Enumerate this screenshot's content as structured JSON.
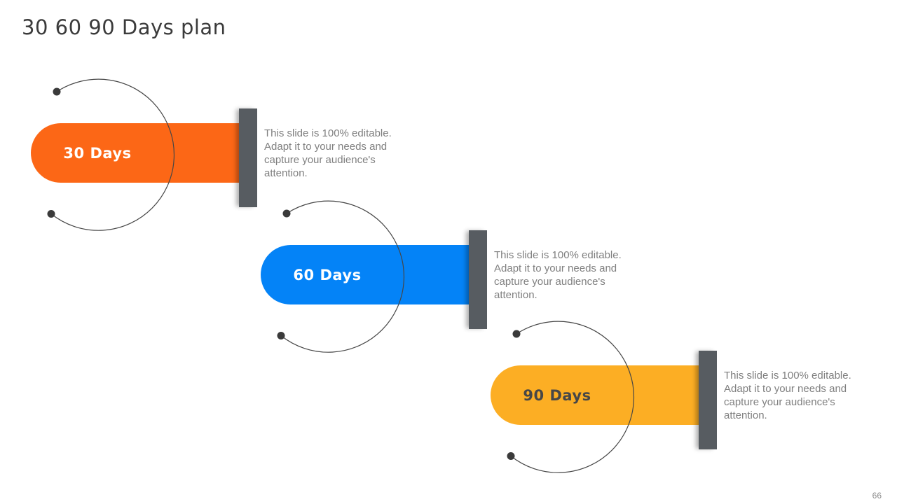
{
  "slide": {
    "title": "30 60 90 Days plan",
    "page_number": "66"
  },
  "items": [
    {
      "label": "30 Days",
      "description": "This slide is 100% editable.\nAdapt it to your needs and\ncapture your audience's\nattention.",
      "color": "#FC6716",
      "label_color": "#FFFFFF"
    },
    {
      "label": "60 Days",
      "description": "This slide is 100% editable.\nAdapt it to your needs and\ncapture your audience's\nattention.",
      "color": "#0483F7",
      "label_color": "#FFFFFF"
    },
    {
      "label": "90 Days",
      "description": "This slide is 100% editable.\nAdapt it to your needs and\ncapture your audience's\nattention.",
      "color": "#FCAE24",
      "label_color": "#474747"
    }
  ],
  "colors": {
    "bar": "#575C61",
    "arc_line": "#464646",
    "dot": "#3A3A3A",
    "title_text": "#3B3B3B",
    "body_text": "#7F7F7F",
    "page_number_text": "#8A8A8A",
    "background": "#FFFFFF"
  }
}
